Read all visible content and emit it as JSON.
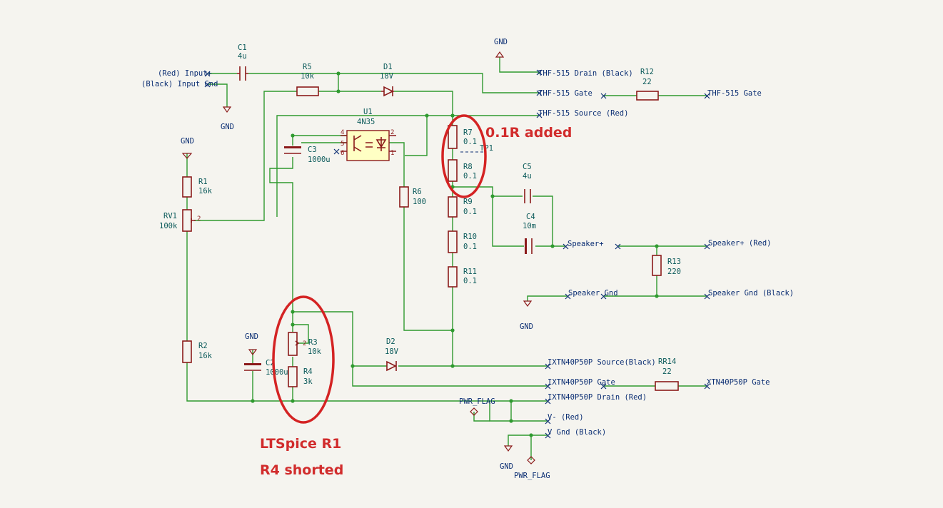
{
  "inputs": {
    "input_plus": "(Red) Input+",
    "input_gnd": "(Black) Input Gnd"
  },
  "components": {
    "C1": {
      "ref": "C1",
      "value": "4u"
    },
    "R5": {
      "ref": "R5",
      "value": "10k"
    },
    "D1": {
      "ref": "D1",
      "value": "18V"
    },
    "U1": {
      "ref": "U1",
      "value": "4N35",
      "pins": [
        "4",
        "5",
        "6",
        "2",
        "1"
      ]
    },
    "C3": {
      "ref": "C3",
      "value": "1000u"
    },
    "R1": {
      "ref": "R1",
      "value": "16k"
    },
    "RV1": {
      "ref": "RV1",
      "value": "100k",
      "pin": "2"
    },
    "R2": {
      "ref": "R2",
      "value": "16k"
    },
    "C2": {
      "ref": "C2",
      "value": "1000u"
    },
    "R3": {
      "ref": "R3",
      "value": "10k",
      "pin": "2"
    },
    "R4": {
      "ref": "R4",
      "value": "3k"
    },
    "R6": {
      "ref": "R6",
      "value": "100"
    },
    "R7": {
      "ref": "R7",
      "value": "0.1"
    },
    "R8": {
      "ref": "R8",
      "value": "0.1"
    },
    "R9": {
      "ref": "R9",
      "value": "0.1"
    },
    "R10": {
      "ref": "R10",
      "value": "0.1"
    },
    "R11": {
      "ref": "R11",
      "value": "0.1"
    },
    "D2": {
      "ref": "D2",
      "value": "18V"
    },
    "C5": {
      "ref": "C5",
      "value": "4u"
    },
    "C4": {
      "ref": "C4",
      "value": "10m"
    },
    "R12": {
      "ref": "R12",
      "value": "22"
    },
    "R13": {
      "ref": "R13",
      "value": "220"
    },
    "RR14": {
      "ref": "RR14",
      "value": "22"
    }
  },
  "test_point": "TP1",
  "gnd_label": "GND",
  "pwr_flag_label": "PWR_FLAG",
  "connectors": {
    "thf_drain": "THF-515 Drain (Black)",
    "thf_gate": "THF-515 Gate",
    "thf_source": "THF-515 Source (Red)",
    "thf_gate_out": "THF-515 Gate",
    "speaker_plus": "Speaker+",
    "speaker_plus_red": "Speaker+ (Red)",
    "speaker_gnd": "Speaker Gnd",
    "speaker_gnd_black": "Speaker Gnd  (Black)",
    "ixtn_source": "IXTN40P50P Source(Black)",
    "ixtn_gate": "IXTN40P50P Gate",
    "ixtn_drain": "IXTN40P50P Drain (Red)",
    "xtn_gate": "XTN40P50P Gate",
    "v_minus": "V- (Red)",
    "v_gnd": "V Gnd (Black)"
  },
  "annotations": {
    "added": "0.1R added",
    "ltspice_line1": "LTSpice R1",
    "ltspice_line2": "R4 shorted"
  }
}
